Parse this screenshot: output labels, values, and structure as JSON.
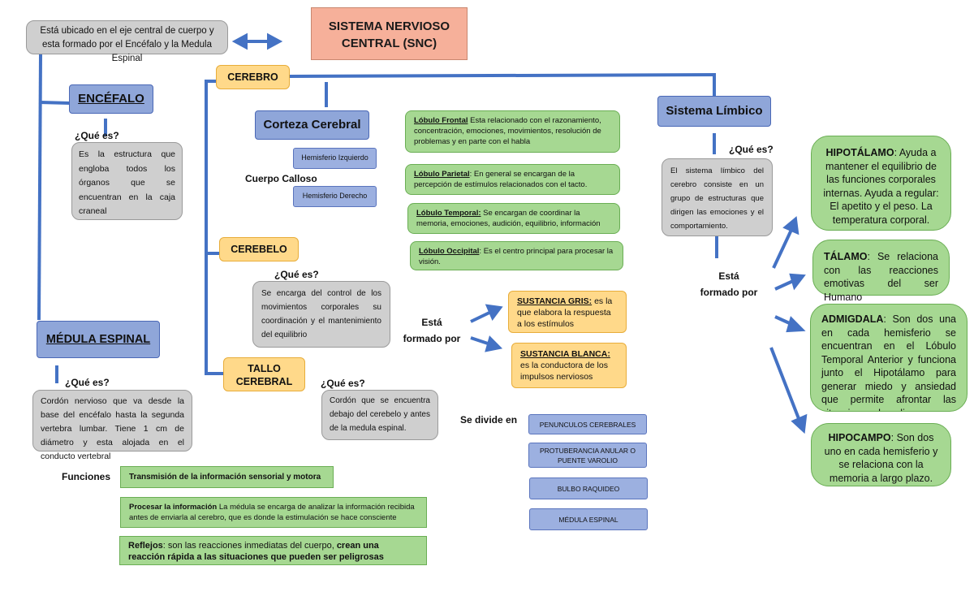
{
  "title": {
    "line1": "SISTEMA NERVIOSO",
    "line2": "CENTRAL (SNC)"
  },
  "intro": "Está ubicado en el eje central de cuerpo y esta formado por el Encéfalo y la Medula Espinal",
  "encefalo": {
    "label": "ENCÉFALO",
    "que_es": "¿Qué es?",
    "desc": "Es la estructura que engloba todos los órganos que se encuentran en la caja craneal"
  },
  "medula": {
    "label": "MÉDULA ESPINAL",
    "que_es": "¿Qué es?",
    "desc": "Cordón nervioso que va desde la base del encéfalo hasta la segunda vertebra lumbar. Tiene 1 cm de diámetro y esta alojada en el conducto vertebral"
  },
  "cerebro": {
    "label": "CEREBRO",
    "corteza": "Corteza Cerebral",
    "hemisferio_izq": "Hemisferio Izquierdo",
    "hemisferio_der": "Hemisferio Derecho",
    "cuerpo_calloso": "Cuerpo Calloso"
  },
  "lobulos": [
    {
      "name": "Lóbulo Frontal",
      "text": " Esta relacionado con el razonamiento, concentración, emociones, movimientos, resolución de problemas y en parte con el habla"
    },
    {
      "name": "Lóbulo Parietal",
      "text": ": En general se encargan de la percepción de estímulos relacionados con el tacto."
    },
    {
      "name": "Lóbulo Temporal:",
      "text": " Se encargan de coordinar la memoria, emociones, audición, equilibrio, información"
    },
    {
      "name": "Lóbulo Occipital",
      "text": ": Es el centro principal para procesar la visión."
    }
  ],
  "cerebelo": {
    "label": "CEREBELO",
    "que_es": "¿Qué es?",
    "desc": "Se encarga del control de los movimientos corporales su coordinación y el mantenimiento del equilibrio"
  },
  "esta_formado_por": {
    "line1": "Está",
    "line2": "formado por"
  },
  "sustancia_gris": {
    "name": "SUSTANCIA GRIS:",
    "text": " es la que elabora la respuesta a los estímulos"
  },
  "sustancia_blanca": {
    "name": "SUSTANCIA BLANCA:",
    "text": "es la conductora de los impulsos nerviosos"
  },
  "tallo": {
    "label_line1": "TALLO",
    "label_line2": "CEREBRAL",
    "que_es": "¿Qué es?",
    "desc": "Cordón que se encuentra debajo del cerebelo y antes de la medula espinal.",
    "se_divide_en": "Se divide en",
    "partes": [
      "PENUNCULOS CEREBRALES",
      "PROTUBERANCIA ANULAR O PUENTE VAROLIO",
      "BULBO RAQUIDEO",
      "MÉDULA ESPINAL"
    ]
  },
  "limbico": {
    "label": "Sistema Límbico",
    "que_es": "¿Qué es?",
    "desc": "El sistema límbico del cerebro consiste en un grupo de estructuras que dirigen las emociones y el comportamiento.",
    "formado": {
      "line1": "Está",
      "line2": "formado por"
    },
    "partes": [
      {
        "name": "HIPOTÁLAMO",
        "text": ": Ayuda a mantener el equilibrio de las funciones corporales internas. Ayuda a regular: El apetito y el peso. La temperatura corporal."
      },
      {
        "name": "TÁLAMO",
        "text": ": Se relaciona con las reacciones emotivas del ser Humano"
      },
      {
        "name": "ADMIGDALA",
        "text": ": Son dos una en cada hemisferio se encuentran en el Lóbulo Temporal Anterior y funciona junto el Hipotálamo para generar miedo y ansiedad que permite afrontar las situaciones de peligro"
      },
      {
        "name": "HIPOCAMPO",
        "text": ": Son dos uno en cada hemisferio y se relaciona con la memoria a largo plazo."
      }
    ]
  },
  "funciones": {
    "label": "Funciones",
    "items": [
      {
        "bold": "Transmisión de la información sensorial y motora",
        "text": ""
      },
      {
        "bold": "Procesar la información",
        "text": " La médula se encarga de analizar la información recibida antes de enviarla al cerebro, que es donde la estimulación se hace consciente"
      },
      {
        "bold": "Reflejos",
        "text": ": son las reacciones inmediatas del cuerpo, ",
        "bold2": "crean una reacción rápida a las situaciones que pueden ser peligrosas"
      }
    ]
  },
  "colors": {
    "connector": "#4472c4",
    "green": "#a6d892",
    "grey": "#cfcfcf",
    "orange": "#ffd98a",
    "blue": "#8fa6d9",
    "salmon": "#f6b09a"
  }
}
